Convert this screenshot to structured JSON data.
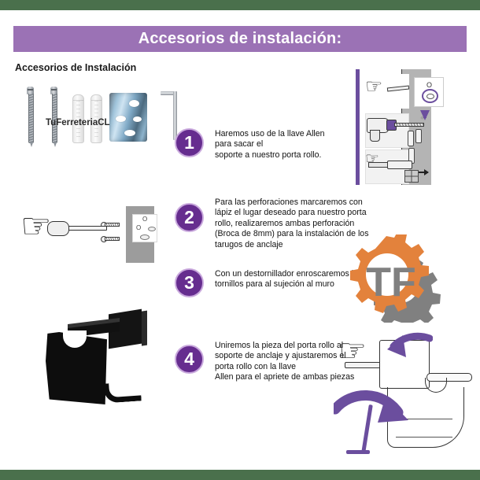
{
  "document": {
    "header_title": "Accesorios de instalación:",
    "subtitle": "Accesorios de Instalación",
    "watermark": "TuFerreteriaCL"
  },
  "colors": {
    "banner_purple": "#9b72b5",
    "badge_purple": "#662d8f",
    "accent_purple": "#6b4e9e",
    "edge_green": "#4a704c",
    "logo_orange": "#e3823c",
    "logo_gray": "#808080"
  },
  "steps": [
    {
      "number": "1",
      "lines": [
        "Haremos uso de la llave Allen",
        "para sacar el",
        "soporte a nuestro porta rollo."
      ]
    },
    {
      "number": "2",
      "lines": [
        "Para las perforaciones marcaremos con",
        "lápiz el lugar deseado para nuestro porta",
        "rollo, realizaremos ambas perforación",
        "(Broca de 8mm) para la instalación de los",
        "tarugos de anclaje"
      ]
    },
    {
      "number": "3",
      "lines": [
        "Con un destornillador enroscaremos los",
        "tornillos para al sujeción al muro"
      ]
    },
    {
      "number": "4",
      "lines": [
        "Uniremos la pieza del porta rollo al",
        "soporte de anclaje y ajustaremos el",
        "porta rollo con la llave",
        "Allen para el apriete de ambas piezas"
      ]
    }
  ],
  "parts": [
    {
      "name": "screw",
      "label": "Tornillo"
    },
    {
      "name": "screw",
      "label": "Tornillo"
    },
    {
      "name": "wall-anchor",
      "label": "Tarugo"
    },
    {
      "name": "wall-anchor",
      "label": "Tarugo"
    },
    {
      "name": "mounting-bracket",
      "label": "Soporte metálico"
    },
    {
      "name": "allen-key",
      "label": "Llave Allen"
    }
  ],
  "illustrations": {
    "top_right": {
      "name": "marking-drilling-anchoring-sequence",
      "pencil_mark": "O"
    },
    "mid_left": {
      "name": "screwdriver-screws-wallplate"
    },
    "product": {
      "name": "black-toilet-paper-holder"
    },
    "step_four": {
      "name": "allen-key-tightening-holder"
    }
  },
  "logo": {
    "name": "tuferreteria-gear-logo",
    "letters": "TF"
  }
}
